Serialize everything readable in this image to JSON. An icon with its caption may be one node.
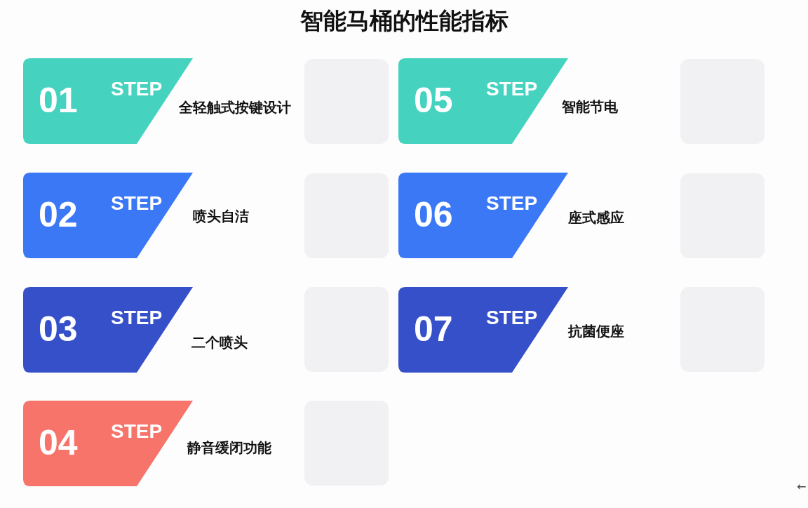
{
  "diagram": {
    "title": "智能马桶的性能指标",
    "nodes": [
      {
        "text": [
          "01",
          "STEP",
          "全轻触式按键设计"
        ]
      },
      {
        "text": [
          "02",
          "STEP",
          "喷头自洁"
        ]
      },
      {
        "text": [
          "03",
          "STEP",
          "二个喷头"
        ]
      },
      {
        "text": [
          "04",
          "STEP",
          "静音缓闭功能"
        ]
      },
      {
        "text": [
          "05",
          "STEP",
          "智能节电"
        ]
      },
      {
        "text": [
          "06",
          "STEP",
          "座式感应"
        ]
      },
      {
        "text": [
          "07",
          "STEP",
          "抗菌便座"
        ]
      }
    ],
    "labels": [
      "←"
    ]
  }
}
